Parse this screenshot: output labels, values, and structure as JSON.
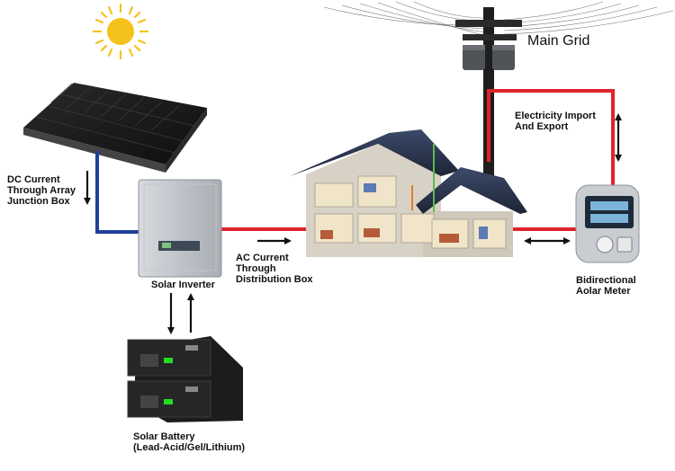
{
  "labels": {
    "main_grid": "Main Grid",
    "electricity": [
      "Electricity Import",
      "And Export"
    ],
    "dc_current": [
      "DC Current",
      "Through Array",
      "Junction Box"
    ],
    "solar_inverter": "Solar Inverter",
    "ac_current": [
      "AC Current",
      "Through",
      "Distribution Box"
    ],
    "meter": [
      "Bidirectional",
      "Aolar Meter"
    ],
    "battery": [
      "Solar Battery",
      "(Lead-Acid/Gel/Lithium)"
    ]
  },
  "colors": {
    "dc_line": "#1f3f9a",
    "ac_line": "#e0242b",
    "sun": "#f5c21b",
    "arrow": "#111111"
  }
}
